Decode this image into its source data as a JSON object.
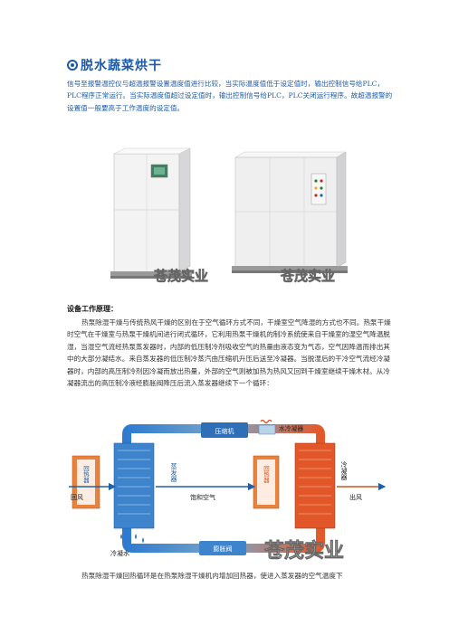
{
  "title": "脱水蔬菜烘干",
  "intro": "信号至报警温控仪与超温报警设置温度值进行比较，当实际温度值低于设定值时，输出控制信号给PLC，PLC程序正常运行。当实际温度值超过设定值时，输出控制信号给PLC，PLC关闭运行程序。故超温报警的设置值一般要高于工作温度的设定值。",
  "watermark": "苍茂实业",
  "section_heading": "设备工作原理：",
  "principle": "热泵除湿干燥与传统热风干燥的区别在于空气循环方式不同，干燥室空气降湿的方式也不同。热泵干燥时空气在干燥室与热泵干燥机间进行闭式循环，它利用热泵干燥机的制冷系统使来自干燥室的湿空气降温脱湿，当湿空气流经热泵蒸发器时，内部的低压制冷剂吸收空气的热量由液态变为气态，空气因降温而排出其中的大部分凝结水。来自蒸发器的低压制冷蒸汽由压缩机升压后送至冷凝器。当脱湿后的干冷空气流经冷凝器时，内部的高压制冷剂因冷凝而放出热量，外部的空气则被加热为热风又回到干燥室继续干燥木材。从冷凝器流出的高压制冷液经膨胀阀降压后流入蒸发器继续下一个循环：",
  "diagram": {
    "compressor": "压缩机",
    "water_condenser": "水冷凝器",
    "recuperator_left": "回热器",
    "evaporator": "蒸发器",
    "recuperator_right": "回热器",
    "condenser": "冷凝器",
    "return_air": "回风",
    "saturated_air": "饱和空气",
    "outlet_air": "出风",
    "condensate": "冷凝水",
    "expansion_valve": "膨胀阀"
  },
  "closing": "热泵除湿干燥回热循环是在热泵除湿干燥机内增加回热器，使进入蒸发器的空气温度下"
}
